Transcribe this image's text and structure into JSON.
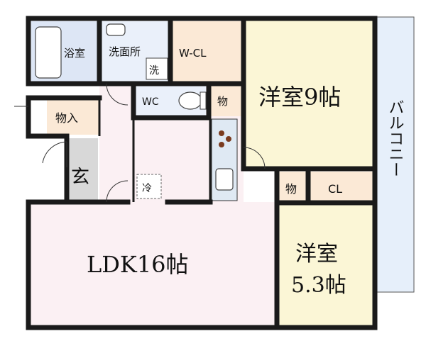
{
  "floorplan": {
    "rooms": {
      "bath": "浴室",
      "washroom": "洗面所",
      "washer": "洗",
      "wcl": "W-CL",
      "wc": "WC",
      "storage_top": "物",
      "western9": "洋室9帖",
      "balcony": "バルコニー",
      "storage_entry": "物入",
      "entrance": "玄",
      "fridge": "冷",
      "storage_mid": "物",
      "cl": "CL",
      "ldk": "LDK16帖",
      "western53_line1": "洋室",
      "western53_line2": "5.3帖"
    },
    "colors": {
      "wall": "#1a1a1a",
      "bath_fill": "#dde6f5",
      "western9_fill": "#fbf6d6",
      "wcl_fill": "#fbe9d6",
      "ldk_fill": "#fbf0f3",
      "balcony_fill": "#e6effa",
      "entrance_fill": "#d8d8d8",
      "kitchen_fill": "#dfe9f3"
    }
  }
}
